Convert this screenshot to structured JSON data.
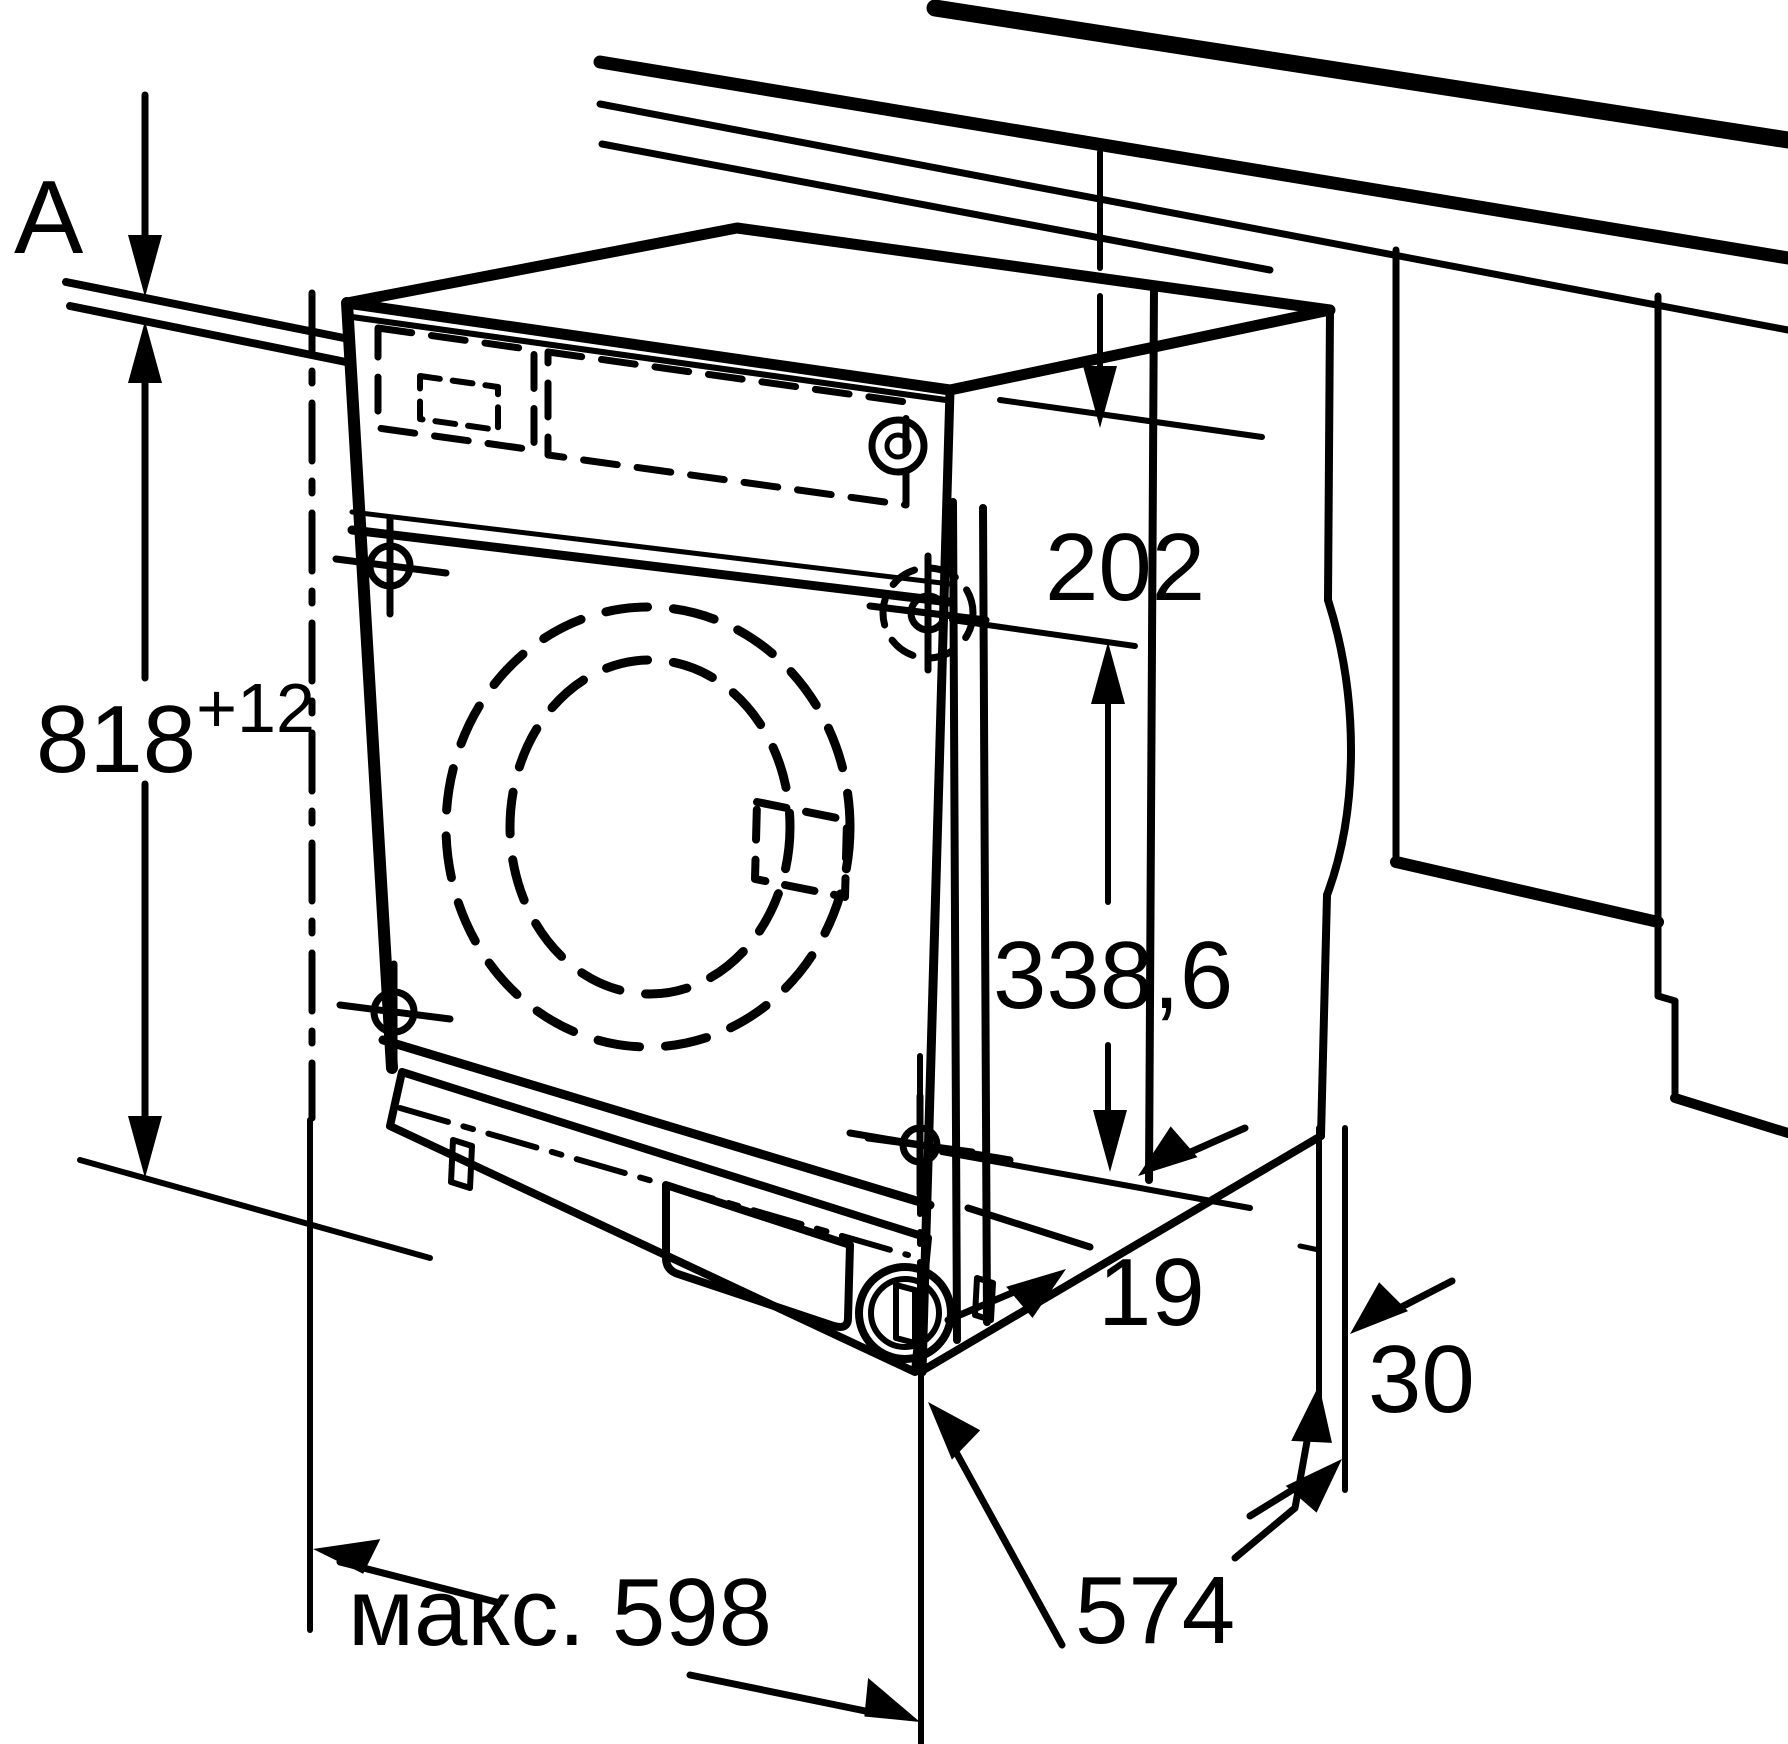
{
  "title": "Built-in washing machine installation dimension drawing",
  "colors": {
    "ink": "#000000",
    "paper": "#ffffff"
  },
  "dimensions": {
    "section_label": "A",
    "niche_height": "818",
    "niche_height_tolerance": "+12",
    "clearance_top": "202",
    "hinge_distance": "338,6",
    "gap_rear": "19",
    "gap_side": "30",
    "depth": "574",
    "width_max": "макс. 598"
  }
}
